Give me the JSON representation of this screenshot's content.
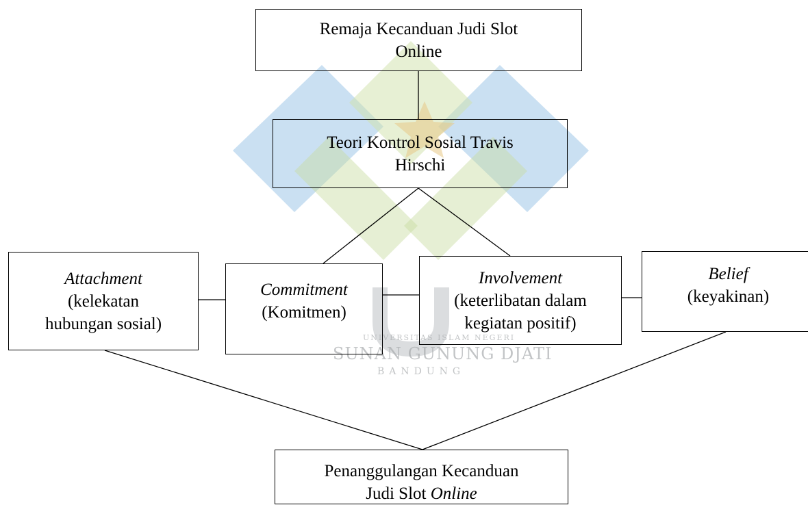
{
  "watermark": {
    "line1": "UNIVERSITAS ISLAM NEGERI",
    "line2": "SUNAN GUNUNG DJATI",
    "line3": "BANDUNG"
  },
  "boxes": {
    "top": {
      "line1": "Remaja Kecanduan Judi Slot",
      "line2": "Online"
    },
    "theory": {
      "line1": "Teori Kontrol Sosial Travis",
      "line2": "Hirschi"
    },
    "attachment": {
      "title": "Attachment",
      "line1": "(kelekatan",
      "line2": "hubungan sosial)"
    },
    "commitment": {
      "title": "Commitment",
      "line1": "(Komitmen)"
    },
    "involvement": {
      "title": "Involvement",
      "line1": "(keterlibatan dalam",
      "line2": "kegiatan positif)"
    },
    "belief": {
      "title": "Belief",
      "line1": "(keyakinan)"
    },
    "bottom": {
      "line1": "Penanggulangan Kecanduan",
      "line2a": "Judi Slot ",
      "line2b": "Online"
    }
  }
}
